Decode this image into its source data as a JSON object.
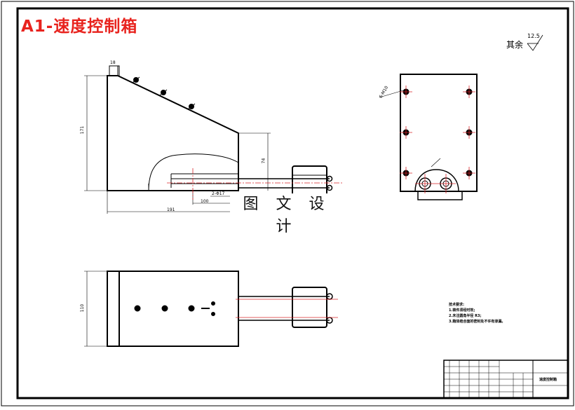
{
  "drawing": {
    "title": "A1-速度控制箱",
    "watermark": "图 文 设 计",
    "roughness_prefix": "其余",
    "roughness_value": "12.5",
    "dimensions": {
      "top_w": "18",
      "height": "171",
      "right_h": "74",
      "spacing": "2-Φ17",
      "d100": "100",
      "d191": "191",
      "bottom_h": "110",
      "holes": "6-M10"
    },
    "tech_notes": [
      "技术要求:",
      "1.铸件须经时效;",
      "2.未注圆角半径 R3;",
      "3.箱体结合面的密封处不许有渗漏。"
    ],
    "title_block_name": "速度控制箱"
  },
  "colors": {
    "title": "#e8231e",
    "line": "#000000",
    "center": "#d9262a"
  }
}
